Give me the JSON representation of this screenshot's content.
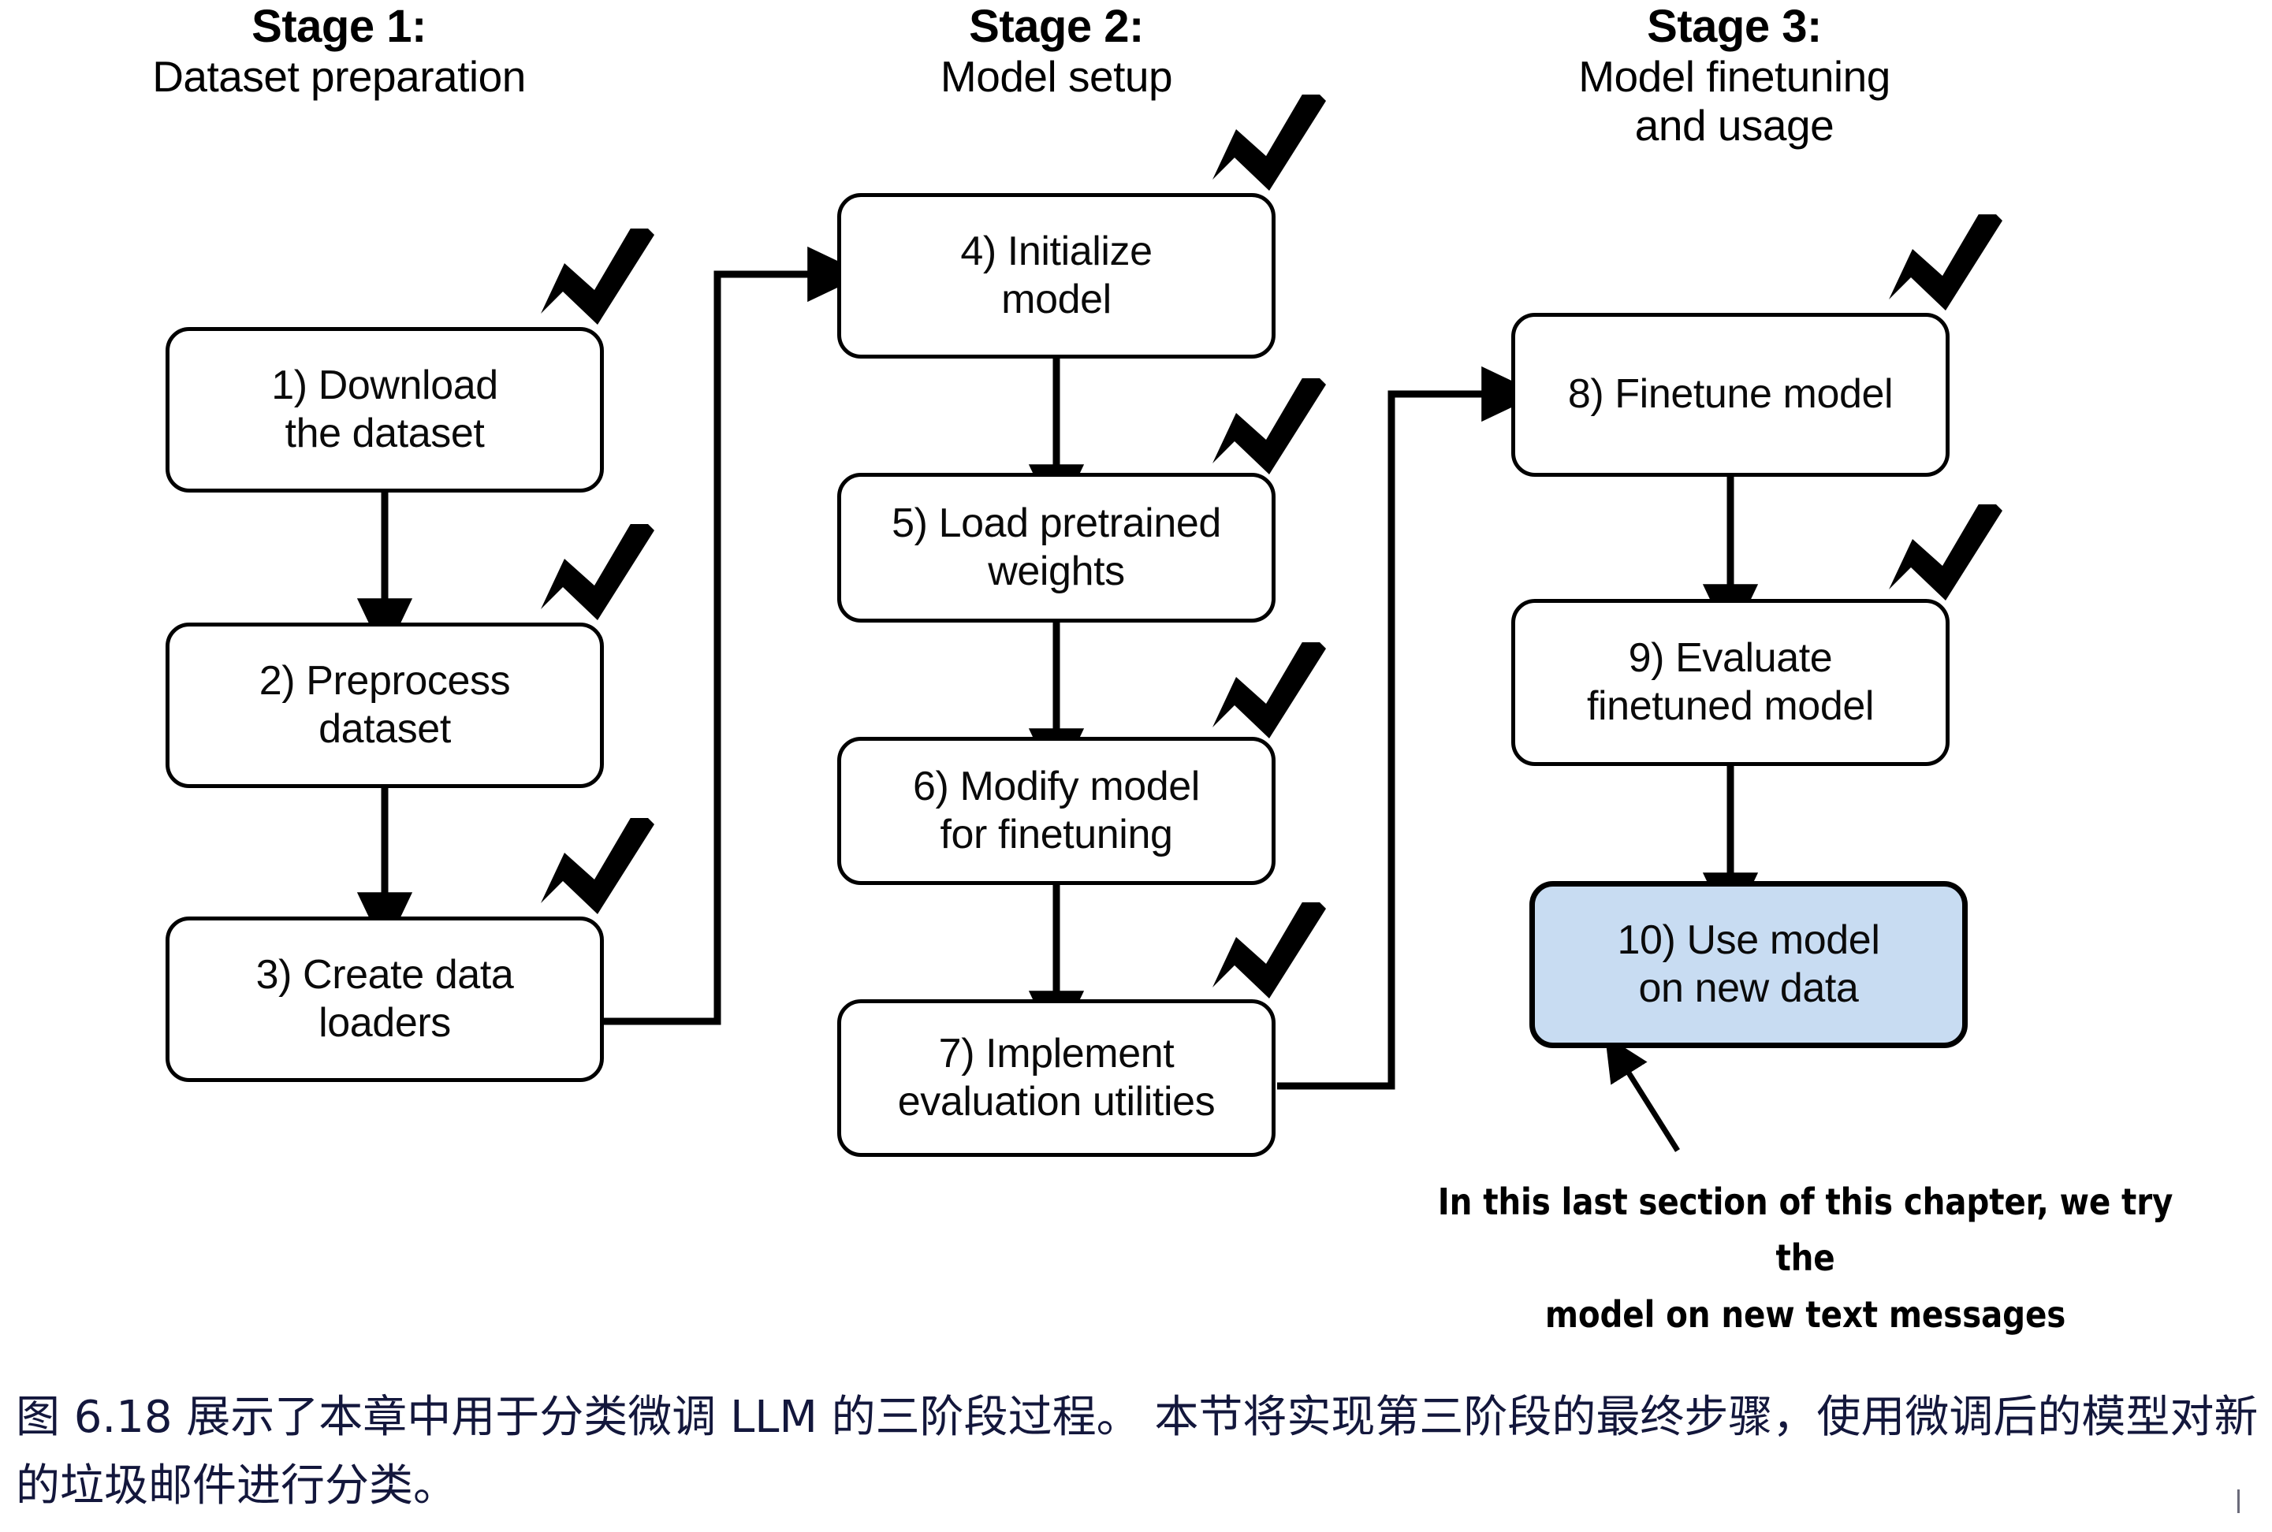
{
  "figure": {
    "stages": [
      {
        "title": "Stage 1:",
        "subtitle": "Dataset preparation"
      },
      {
        "title": "Stage 2:",
        "subtitle": "Model setup"
      },
      {
        "title": "Stage 3:",
        "subtitle": "Model finetuning\nand usage"
      }
    ],
    "nodes": [
      {
        "id": 1,
        "line1": "1) Download",
        "line2": "the dataset",
        "checked": true,
        "highlight": false
      },
      {
        "id": 2,
        "line1": "2) Preprocess",
        "line2": "dataset",
        "checked": true,
        "highlight": false
      },
      {
        "id": 3,
        "line1": "3) Create data",
        "line2": "loaders",
        "checked": true,
        "highlight": false
      },
      {
        "id": 4,
        "line1": "4) Initialize",
        "line2": "model",
        "checked": true,
        "highlight": false
      },
      {
        "id": 5,
        "line1": "5) Load pretrained",
        "line2": "weights",
        "checked": true,
        "highlight": false
      },
      {
        "id": 6,
        "line1": "6) Modify model",
        "line2": "for finetuning",
        "checked": true,
        "highlight": false
      },
      {
        "id": 7,
        "line1": "7) Implement",
        "line2": "evaluation utilities",
        "checked": true,
        "highlight": false
      },
      {
        "id": 8,
        "line1": "8) Finetune model",
        "line2": "",
        "checked": true,
        "highlight": false
      },
      {
        "id": 9,
        "line1": "9) Evaluate",
        "line2": "finetuned model",
        "checked": true,
        "highlight": false
      },
      {
        "id": 10,
        "line1": "10) Use model",
        "line2": "on new data",
        "checked": false,
        "highlight": true
      }
    ],
    "annotation": {
      "line1": "In this last section of this chapter, we try the",
      "line2": "model on new text messages"
    },
    "colors": {
      "highlight_fill": "#c8dcf2",
      "stroke": "#000000",
      "caption_text": "#13173c"
    }
  },
  "caption": {
    "text": "图 6.18 展示了本章中用于分类微调 LLM 的三阶段过程。 本节将实现第三阶段的最终步骤，使用微调后的模型对新的垃圾邮件进行分类。"
  }
}
